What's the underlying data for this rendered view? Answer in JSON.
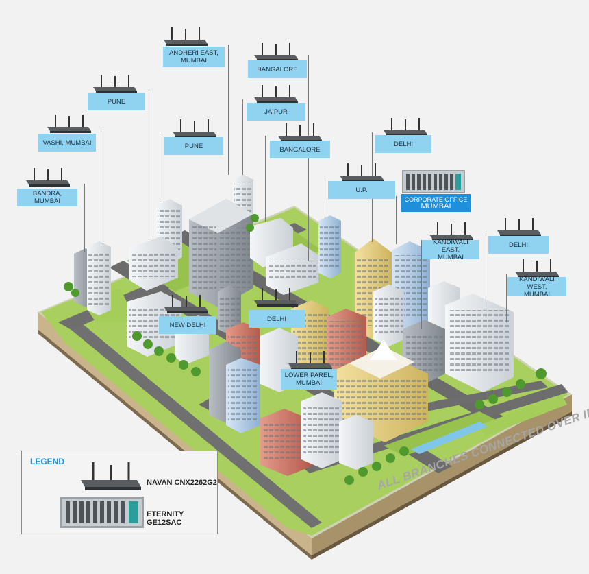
{
  "nodes": [
    {
      "id": "andheri",
      "label": "ANDHERI EAST,\nMUMBAI"
    },
    {
      "id": "bangalore1",
      "label": "BANGALORE"
    },
    {
      "id": "pune1",
      "label": "PUNE"
    },
    {
      "id": "jaipur",
      "label": "JAIPUR"
    },
    {
      "id": "vashi",
      "label": "VASHI, MUMBAI"
    },
    {
      "id": "pune2",
      "label": "PUNE"
    },
    {
      "id": "bangalore2",
      "label": "BANGALORE"
    },
    {
      "id": "delhi1",
      "label": "DELHI"
    },
    {
      "id": "bandra",
      "label": "BANDRA, MUMBAI"
    },
    {
      "id": "up",
      "label": "U.P."
    },
    {
      "id": "kandiwali_east",
      "label": "KANDIWALI EAST,\nMUMBAI"
    },
    {
      "id": "delhi2",
      "label": "DELHI"
    },
    {
      "id": "kandiwali_west",
      "label": "KANDIWALI WEST,\nMUMBAI"
    },
    {
      "id": "new_delhi",
      "label": "NEW DELHI"
    },
    {
      "id": "delhi3",
      "label": "DELHI"
    },
    {
      "id": "lower_parel",
      "label": "LOWER PAREL,\nMUMBAI"
    }
  ],
  "corporate_office": {
    "line1": "CORPORATE OFFICE",
    "line2": "MUMBAI"
  },
  "legend": {
    "title": "LEGEND",
    "items": [
      {
        "label": "NAVAN CNX2262G2",
        "icon": "router-icon"
      },
      {
        "label": "ETERNITY GE12SAC",
        "icon": "chassis-icon"
      }
    ]
  },
  "tagline": "ALL BRANCHES CONNECTED OVER IP",
  "colors": {
    "tag": "#8fd3f1",
    "corporate_tag": "#1e8fd8",
    "legend_title": "#1e8fd8",
    "grass": "#a9cf5e",
    "road": "#6e6e6e",
    "ground": "#d9c8a8"
  }
}
